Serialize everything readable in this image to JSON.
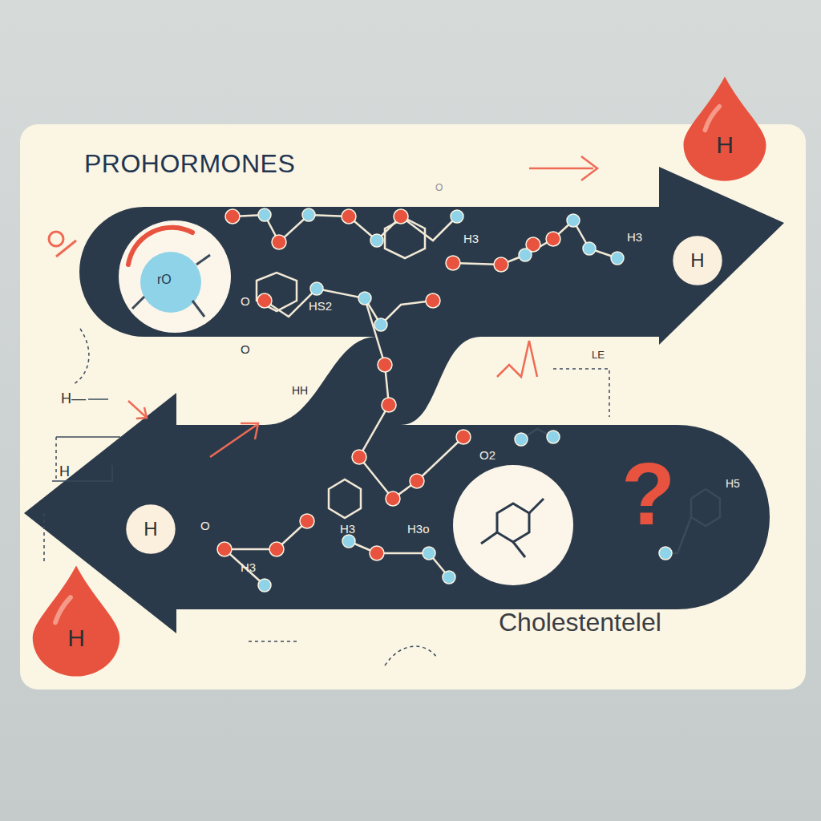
{
  "diagram": {
    "title": "PROHORMONES",
    "caption": "Cholestentelel",
    "nodes": [
      {
        "text": [
          "H"
        ]
      },
      {
        "text": [
          "H"
        ]
      },
      {
        "text": [
          "H"
        ]
      },
      {
        "text": [
          "H"
        ]
      }
    ],
    "labels": [
      "rO",
      "O",
      "HS2",
      "H3",
      "H3",
      "O",
      "O",
      "HH",
      "H—",
      "H",
      "LE",
      "O2",
      "H3",
      "H3o",
      "O",
      "H3",
      "H5",
      "?"
    ]
  }
}
